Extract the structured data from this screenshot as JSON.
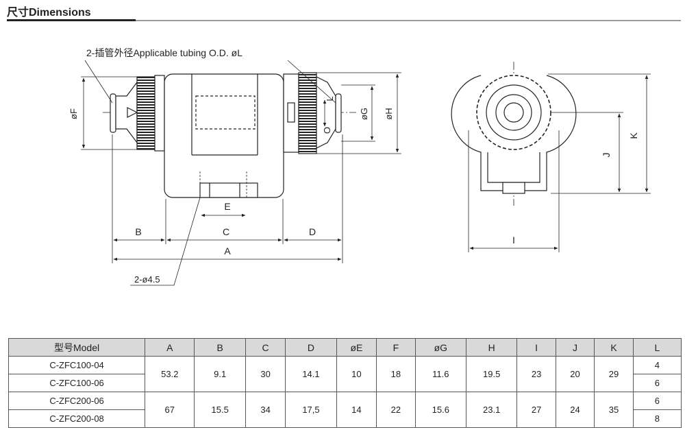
{
  "header": {
    "title": "尺寸Dimensions"
  },
  "drawing": {
    "tubing_label": "2-插管外径Applicable tubing O.D. øL",
    "hole_label": "2-ø4.5",
    "dim_F": "øF",
    "dim_G": "øG",
    "dim_H": "øH",
    "dim_L": "L",
    "dim_O": "O",
    "dim_A": "A",
    "dim_B": "B",
    "dim_C": "C",
    "dim_D": "D",
    "dim_E": "E",
    "dim_I": "I",
    "dim_J": "J",
    "dim_K": "K"
  },
  "table": {
    "headers": [
      "型号Model",
      "A",
      "B",
      "C",
      "D",
      "øE",
      "F",
      "øG",
      "H",
      "I",
      "J",
      "K",
      "L"
    ],
    "groups": [
      {
        "models": [
          "C-ZFC100-04",
          "C-ZFC100-06"
        ],
        "A": "53.2",
        "B": "9.1",
        "C": "30",
        "D": "14.1",
        "E": "10",
        "F": "18",
        "G": "11.6",
        "H": "19.5",
        "I": "23",
        "J": "20",
        "K": "29",
        "L": [
          "4",
          "6"
        ]
      },
      {
        "models": [
          "C-ZFC200-06",
          "C-ZFC200-08"
        ],
        "A": "67",
        "B": "15.5",
        "C": "34",
        "D": "17,5",
        "E": "14",
        "F": "22",
        "G": "15.6",
        "H": "23.1",
        "I": "27",
        "J": "24",
        "K": "35",
        "L": [
          "6",
          "8"
        ]
      }
    ]
  }
}
